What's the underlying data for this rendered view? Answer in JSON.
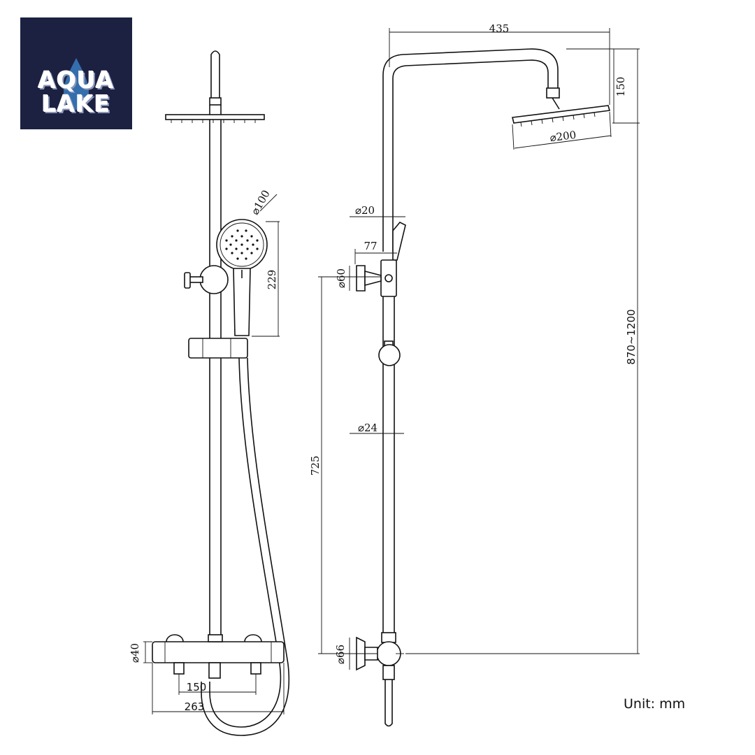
{
  "logo": {
    "line1": "AQUA",
    "line2": "LAKE"
  },
  "unit_label": "Unit: mm",
  "dimensions": {
    "head_offset": "435",
    "head_drop": "150",
    "head_diameter": "⌀200",
    "pipe_diameter": "⌀20",
    "hand_shower_diameter": "⌀100",
    "hand_shower_length": "229",
    "holder_depth": "77",
    "flange_top_diameter": "⌀60",
    "rail_diameter": "⌀24",
    "total_height": "870~1200",
    "lower_height": "725",
    "mixer_diameter": "⌀40",
    "flange_bottom_diameter": "⌀66",
    "inlet_spacing": "150",
    "mixer_width": "263"
  }
}
